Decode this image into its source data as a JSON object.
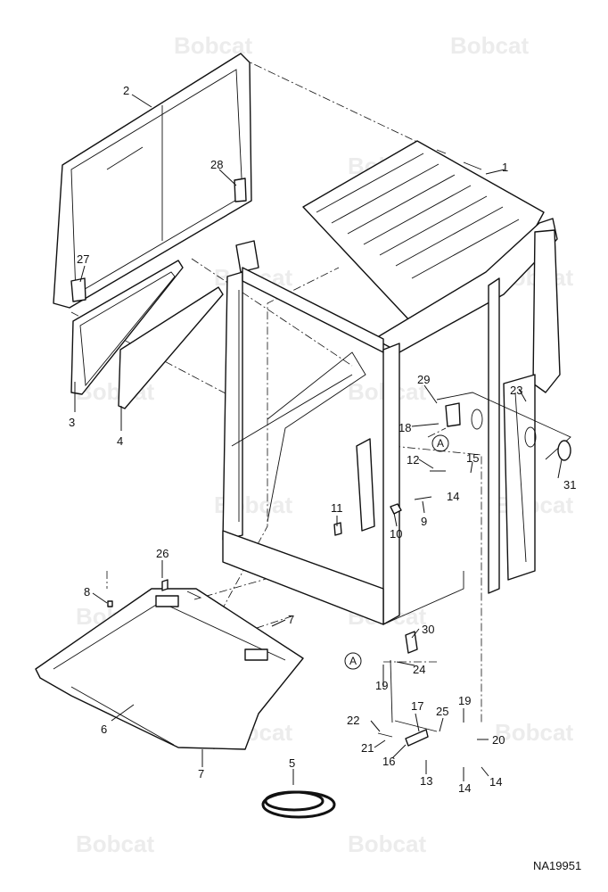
{
  "watermark": {
    "text": "Bobcat"
  },
  "drawing_number": "NA19951",
  "reference_marker": "A",
  "callouts": {
    "c1": "1",
    "c2": "2",
    "c3": "3",
    "c4": "4",
    "c5": "5",
    "c6": "6",
    "c7a": "7",
    "c7b": "7",
    "c8": "8",
    "c9": "9",
    "c10": "10",
    "c11": "11",
    "c12": "12",
    "c13": "13",
    "c14a": "14",
    "c14b": "14",
    "c14c": "14",
    "c15": "15",
    "c16": "16",
    "c17": "17",
    "c18": "18",
    "c19a": "19",
    "c19b": "19",
    "c20": "20",
    "c21": "21",
    "c22": "22",
    "c23": "23",
    "c24": "24",
    "c25": "25",
    "c26": "26",
    "c27": "27",
    "c28": "28",
    "c29": "29",
    "c30": "30",
    "c31": "31"
  }
}
